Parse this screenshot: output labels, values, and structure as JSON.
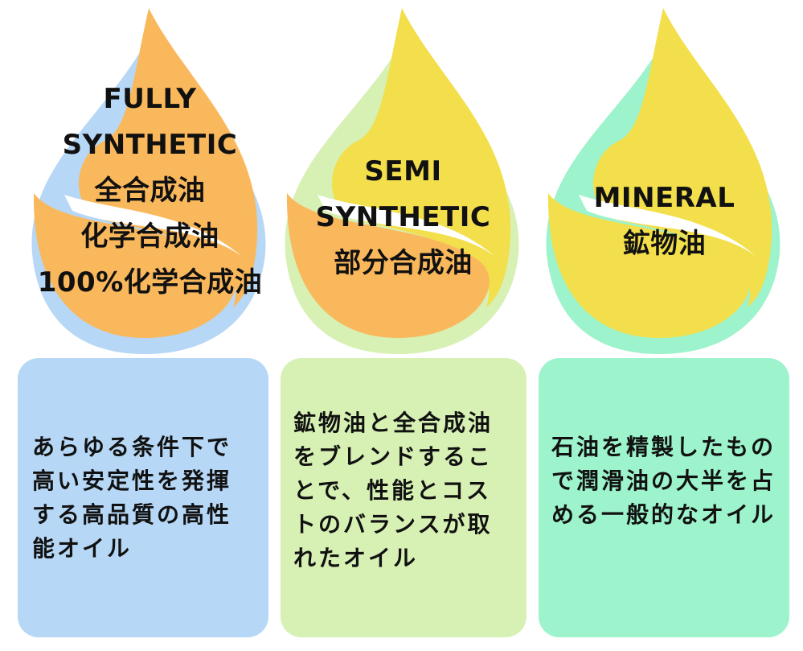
{
  "colors": {
    "orange": "#fab85c",
    "blue": "#b6d7f5",
    "yellow": "#f2df4b",
    "light_green": "#d7f0b4",
    "mint": "#9df3cb",
    "text": "#111111"
  },
  "drops": [
    {
      "lines": [
        "FULLY",
        "SYNTHETIC",
        "全合成油",
        "化学合成油",
        "100%化学合成油"
      ],
      "main_color": "orange",
      "shadow_color": "blue"
    },
    {
      "lines": [
        "SEMI",
        "SYNTHETIC",
        "部分合成油"
      ],
      "main_color": "yellow",
      "shadow_color": "light_green",
      "accent_color": "orange"
    },
    {
      "lines": [
        "MINERAL",
        "鉱物油"
      ],
      "main_color": "yellow",
      "shadow_color": "mint"
    }
  ],
  "cards": [
    {
      "text": "あらゆる条件下で高い安定性を発揮する高品質の高性能オイル",
      "color": "blue"
    },
    {
      "text": "鉱物油と全合成油をブレンドすることで、性能とコストのバランスが取れたオイル",
      "color": "light_green"
    },
    {
      "text": "石油を精製したもので潤滑油の大半を占める一般的なオイル",
      "color": "mint"
    }
  ]
}
